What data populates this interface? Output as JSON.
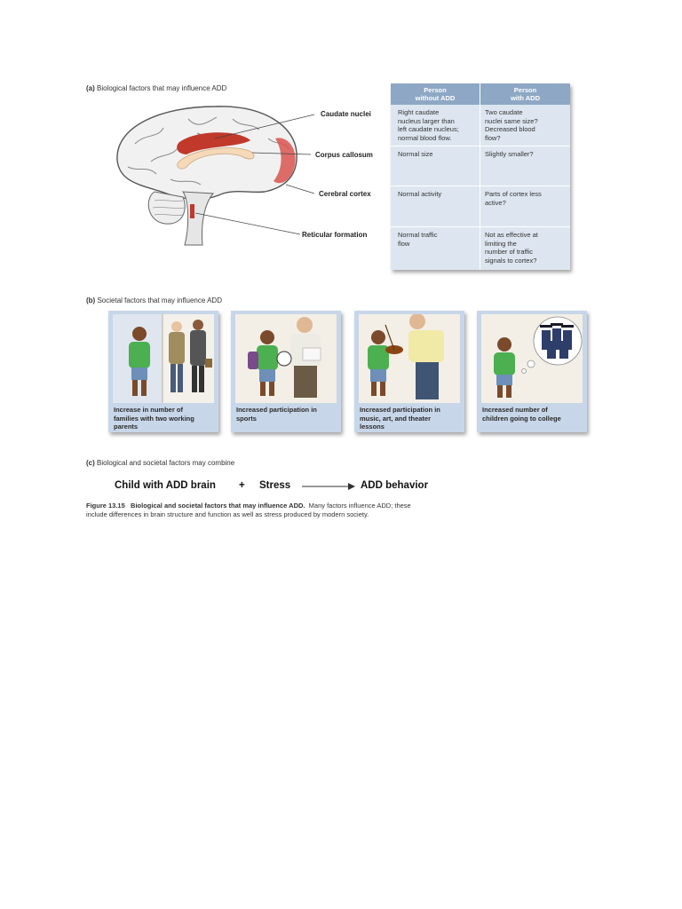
{
  "section_a": {
    "letter": "(a)",
    "title": "Biological factors that may influence ADD"
  },
  "brain_labels": [
    "Caudate nuclei",
    "Corpus callosum",
    "Cerebral cortex",
    "Reticular formation"
  ],
  "table": {
    "col1_header": [
      "Person",
      "without ADD"
    ],
    "col2_header": [
      "Person",
      "with ADD"
    ],
    "rows": [
      {
        "without": [
          "Right caudate",
          "nucleus larger than",
          "left caudate nucleus;",
          "normal blood flow."
        ],
        "with": [
          "Two caudate",
          "nuclei same size?",
          "Decreased blood",
          "flow?"
        ]
      },
      {
        "without": [
          "Normal size"
        ],
        "with": [
          "Slightly smaller?"
        ]
      },
      {
        "without": [
          "Normal activity"
        ],
        "with": [
          "Parts of cortex less",
          "active?"
        ]
      },
      {
        "without": [
          "Normal traffic",
          "flow"
        ],
        "with": [
          "Not as effective at",
          "limiting the",
          "number of traffic",
          "signals to cortex?"
        ]
      }
    ]
  },
  "section_b": {
    "letter": "(b)",
    "title": "Societal factors that may influence ADD"
  },
  "panels": [
    {
      "caption": [
        "Increase in number of",
        "families with two working",
        "parents"
      ]
    },
    {
      "caption": [
        "Increased participation in",
        "sports"
      ]
    },
    {
      "caption": [
        "Increased participation in",
        "music, art, and theater",
        "lessons"
      ]
    },
    {
      "caption": [
        "Increased number of",
        "children going to college"
      ]
    }
  ],
  "section_c": {
    "letter": "(c)",
    "title": "Biological and societal factors may combine"
  },
  "equation": {
    "term1": "Child with ADD brain",
    "plus": "+",
    "term2": "Stress",
    "result": "ADD behavior"
  },
  "figure_caption": {
    "number": "Figure 13.15",
    "title": "Biological and societal factors that may influence ADD.",
    "line1_rest": "Many factors influence ADD; these",
    "line2": "include differences in brain structure and function as well as stress produced by modern society."
  },
  "colors": {
    "table_header": "#8ea7c4",
    "table_bg": "#dde6f0",
    "panel_bg": "#c8d6e9",
    "highlight_red": "#c0392b"
  }
}
